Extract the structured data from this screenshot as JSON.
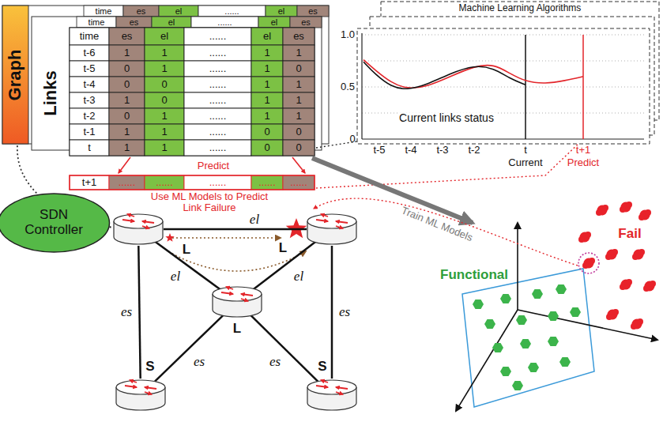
{
  "diagram": {
    "nodes": [
      {
        "text": [
          "SDN Controller"
        ]
      },
      {
        "text": [
          "L"
        ]
      },
      {
        "text": [
          "L"
        ]
      },
      {
        "text": [
          "L"
        ]
      },
      {
        "text": [
          "S"
        ]
      },
      {
        "text": [
          "S"
        ]
      }
    ],
    "edges": [
      {
        "from": 0,
        "to": 1,
        "arrow": "none"
      },
      {
        "from": 1,
        "to": 2,
        "label": "el",
        "arrow": "none"
      },
      {
        "from": 1,
        "to": 3,
        "label": "el",
        "arrow": "none"
      },
      {
        "from": 3,
        "to": 2,
        "label": "el",
        "arrow": "none"
      },
      {
        "from": 1,
        "to": 4,
        "label": "es",
        "arrow": "none"
      },
      {
        "from": 4,
        "to": 3,
        "label": "es",
        "arrow": "none"
      },
      {
        "from": 3,
        "to": 5,
        "label": "es",
        "arrow": "none"
      },
      {
        "from": 2,
        "to": 5,
        "label": "es",
        "arrow": "none"
      }
    ],
    "labels": [
      "Graph",
      "Links",
      "time",
      "es",
      "el",
      "......",
      "el",
      "es",
      "time",
      "es",
      "el",
      "......",
      "el",
      "es",
      "time",
      "es",
      "el",
      "......",
      "el",
      "es",
      "t-6",
      "1",
      "1",
      "......",
      "1",
      "1",
      "t-5",
      "0",
      "1",
      "......",
      "1",
      "0",
      "t-4",
      "0",
      "0",
      "......",
      "1",
      "1",
      "t-3",
      "1",
      "0",
      "......",
      "1",
      "1",
      "t-2",
      "0",
      "1",
      "......",
      "1",
      "1",
      "t-1",
      "1",
      "1",
      "......",
      "0",
      "0",
      "t",
      "1",
      "1",
      "......",
      "0",
      "0",
      "Predict",
      "t+1",
      "......",
      "......",
      "......",
      "......",
      "......",
      "Use ML Models to Predict Link Failure",
      "Train ML Models",
      "Machine Learning Algorithms",
      "1.0",
      "0.5",
      "0",
      "Current links status",
      "t-5",
      "t-4",
      "t-3",
      "t-2",
      "t",
      "t+1",
      "Current",
      "Predict",
      "Fail",
      "Functional"
    ]
  }
}
